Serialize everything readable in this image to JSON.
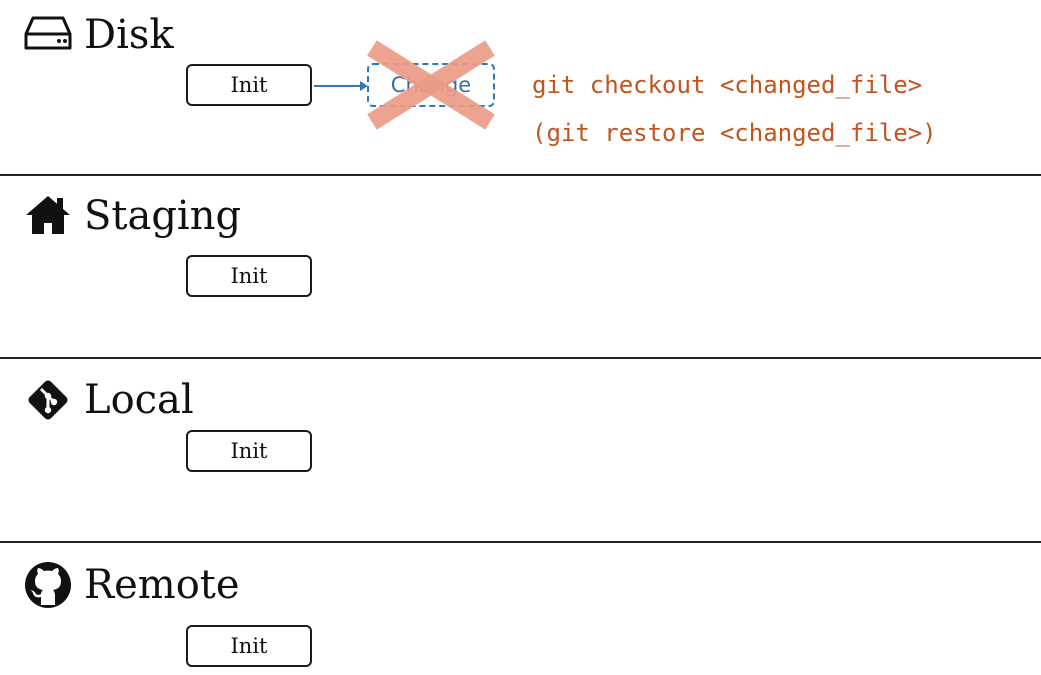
{
  "sections": [
    {
      "id": "disk",
      "title": "Disk",
      "icon": "hard-drive-icon",
      "commit_label": "Init"
    },
    {
      "id": "staging",
      "title": "Staging",
      "icon": "house-icon",
      "commit_label": "Init"
    },
    {
      "id": "local",
      "title": "Local",
      "icon": "git-logo-icon",
      "commit_label": "Init"
    },
    {
      "id": "remote",
      "title": "Remote",
      "icon": "github-logo-icon",
      "commit_label": "Init"
    }
  ],
  "disk_change": {
    "label": "Change",
    "discarded": true
  },
  "commands": [
    "git checkout <changed_file>",
    "(git restore <changed_file>)"
  ],
  "caption": "",
  "colors": {
    "command_text": "#c0551f",
    "cross": "#ec9c86",
    "change_border": "#2b7bbd",
    "arrow": "#2b7bbd",
    "divider": "#222222"
  }
}
